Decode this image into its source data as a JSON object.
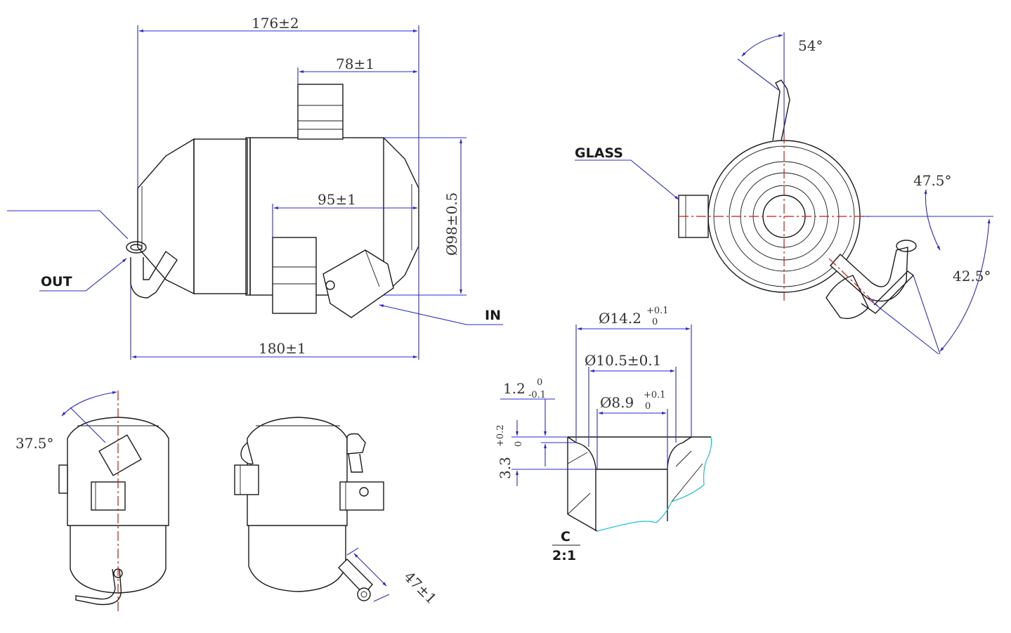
{
  "views": {
    "front": {
      "dim_overall_top": "176±2",
      "dim_top_fitting": "78±1",
      "dim_diameter": "Ø98±0.5",
      "dim_inner": "95±1",
      "dim_overall_bottom": "180±1",
      "label_out": "OUT",
      "label_in": "IN"
    },
    "end": {
      "label_glass": "GLASS",
      "angle_top": "54°",
      "angle_upper_right": "47.5°",
      "angle_lower_right": "42.5°"
    },
    "side_left": {
      "angle": "37.5°"
    },
    "side_right": {
      "dim_length": "47±1"
    },
    "detail_c": {
      "dim_outer": "Ø14.2",
      "dim_outer_tol_upper": "+0.1",
      "dim_outer_tol_lower": "0",
      "dim_mid": "Ø10.5±0.1",
      "dim_inner": "Ø8.9",
      "dim_inner_tol_upper": "+0.1",
      "dim_inner_tol_lower": "0",
      "dim_flange": "1.2",
      "dim_flange_tol_upper": "0",
      "dim_flange_tol_lower": "-0.1",
      "dim_height": "3.3",
      "dim_height_tol_upper": "+0.2",
      "dim_height_tol_lower": "0",
      "detail_letter": "C",
      "scale": "2:1"
    }
  },
  "colors": {
    "dimension": "#2a2ad0",
    "centerline": "#d01818",
    "break_line": "#20c0d8",
    "outline": "#1a1a1a"
  }
}
